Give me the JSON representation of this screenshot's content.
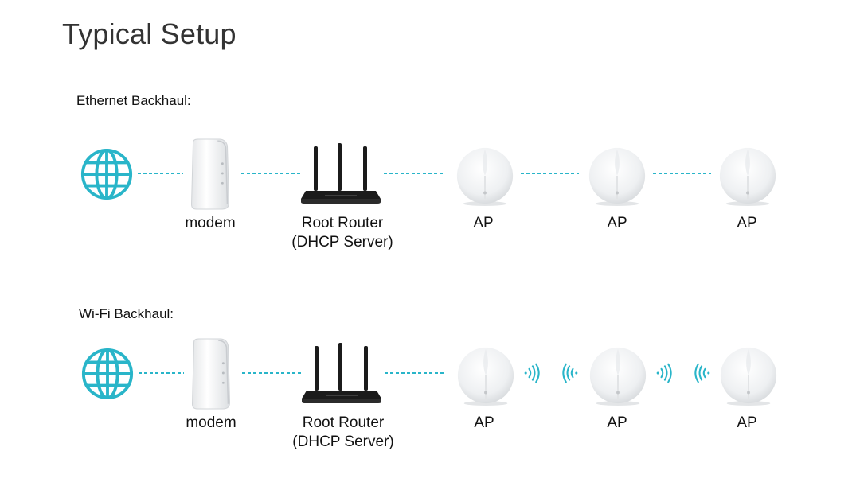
{
  "title": "Typical Setup",
  "colors": {
    "accent": "#29b5c9",
    "router": "#1b1b1b",
    "ap": "#eef0f2"
  },
  "ethernet": {
    "label": "Ethernet Backhaul:",
    "devices": [
      {
        "id": "internet",
        "icon": "globe-icon",
        "label": "",
        "sublabel": ""
      },
      {
        "id": "modem",
        "icon": "modem-icon",
        "label": "modem",
        "sublabel": ""
      },
      {
        "id": "router",
        "icon": "router-icon",
        "label": "Root Router",
        "sublabel": "(DHCP Server)"
      },
      {
        "id": "ap1",
        "icon": "access-point-icon",
        "label": "AP",
        "sublabel": ""
      },
      {
        "id": "ap2",
        "icon": "access-point-icon",
        "label": "AP",
        "sublabel": ""
      },
      {
        "id": "ap3",
        "icon": "access-point-icon",
        "label": "AP",
        "sublabel": ""
      }
    ]
  },
  "wifi": {
    "label": "Wi-Fi Backhaul:",
    "devices": [
      {
        "id": "internet",
        "icon": "globe-icon",
        "label": "",
        "sublabel": ""
      },
      {
        "id": "modem",
        "icon": "modem-icon",
        "label": "modem",
        "sublabel": ""
      },
      {
        "id": "router",
        "icon": "router-icon",
        "label": "Root Router",
        "sublabel": "(DHCP Server)"
      },
      {
        "id": "ap1",
        "icon": "access-point-icon",
        "label": "AP",
        "sublabel": ""
      },
      {
        "id": "ap2",
        "icon": "access-point-icon",
        "label": "AP",
        "sublabel": ""
      },
      {
        "id": "ap3",
        "icon": "access-point-icon",
        "label": "AP",
        "sublabel": ""
      }
    ]
  }
}
